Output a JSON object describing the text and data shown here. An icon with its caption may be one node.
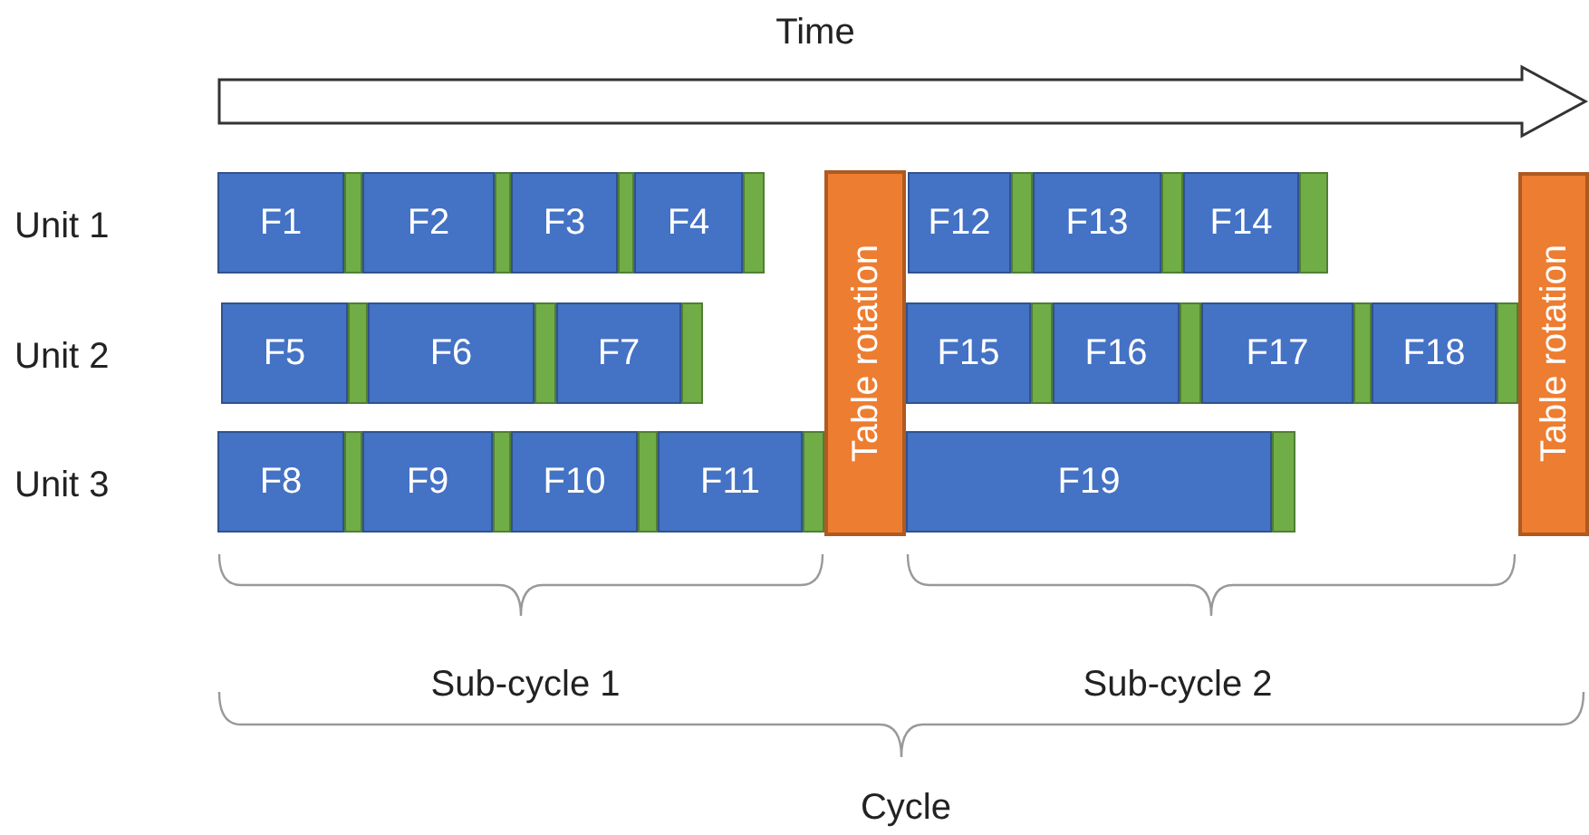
{
  "diagram": {
    "nodes": [
      {
        "text": [
          "F1"
        ]
      },
      {
        "text": [
          "F2"
        ]
      },
      {
        "text": [
          "F3"
        ]
      },
      {
        "text": [
          "F4"
        ]
      },
      {
        "text": [
          "Table rotation"
        ]
      },
      {
        "text": [
          "F12"
        ]
      },
      {
        "text": [
          "F13"
        ]
      },
      {
        "text": [
          "F14"
        ]
      },
      {
        "text": [
          "Table rotation"
        ]
      },
      {
        "text": [
          "F5"
        ]
      },
      {
        "text": [
          "F6"
        ]
      },
      {
        "text": [
          "F7"
        ]
      },
      {
        "text": [
          "F15"
        ]
      },
      {
        "text": [
          "F16"
        ]
      },
      {
        "text": [
          "F17"
        ]
      },
      {
        "text": [
          "F18"
        ]
      },
      {
        "text": [
          "F8"
        ]
      },
      {
        "text": [
          "F9"
        ]
      },
      {
        "text": [
          "F10"
        ]
      },
      {
        "text": [
          "F11"
        ]
      },
      {
        "text": [
          "F19"
        ]
      }
    ],
    "labels": [
      "Time",
      "Unit 1",
      "Unit 2",
      "Unit 3",
      "Sub-cycle 1",
      "Sub-cycle 2",
      "Cycle"
    ]
  }
}
